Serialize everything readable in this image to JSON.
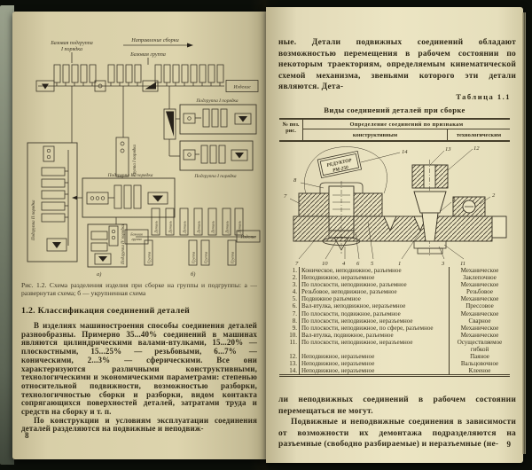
{
  "colors": {
    "background": "#0b0e09",
    "page_left": "#d8cfa8",
    "page_right": "#ece5c3",
    "ink": "#2e2817",
    "cover_edge": "#79816e"
  },
  "left_page": {
    "page_number": "8",
    "figure": {
      "labels": {
        "base_subgroup": [
          "Базовая подгруппа",
          "I порядка"
        ],
        "direction": "Направление сборки",
        "base_group": "Базовая группа",
        "product": "Изделие",
        "subgroup1": "Подгруппа I порядка",
        "group1": "Группа I порядка",
        "subgroup2": "Подгруппа II порядка",
        "subgroup3": "Подгруппа III порядка",
        "subgroup4": "Подгруппа IV порядка",
        "detail": "Деталь",
        "group": "Группа",
        "base_group_b": [
          "Базовая",
          "группа"
        ],
        "product_b": "Изделие",
        "sub_a": "а)",
        "sub_b": "б)"
      },
      "caption": "Рис. 1.2. Схема разделения изделия при сборке на группы и подгруппы: а — развернутая схема; б — укрупненная схема"
    },
    "heading": "1.2. Классификация соединений деталей",
    "para1": "В изделиях машиностроения способы соединения деталей разнообразны. Примерно 35...40% соединений в машинах являются цилиндрическими валами-втулками, 15...20% — плоскостными, 15...25% — резьбовыми, 6...7% — коническими, 2...3% — сферическими. Все они характеризуются различными конструктивными, технологическими и экономическими параметрами: степенью относительной подвижности, возможностью разборки, технологичностью сборки и разборки, видом контакта сопрягающихся поверхностей деталей, затратами труда и средств на сборку и т. п.",
    "para2": "По конструкции и условиям эксплуатации соединения деталей разделяются на подвижные и неподвиж-"
  },
  "right_page": {
    "page_number": "9",
    "para_top": "ные. Детали подвижных соединений обладают возможностью перемещения в рабочем состоянии по некоторым траекториям, определяемым кинематической схемой механизма, звеньями которого эти детали являются. Дета-",
    "table_label": "Таблица 1.1",
    "table_title": "Виды соединений деталей при сборке",
    "table": {
      "col_num": "№ поз. рис.",
      "header_span": "Определение соединений по признакам",
      "col_constructive": "конструктивным",
      "col_technological": "технологическим",
      "drawing": {
        "plate": [
          "РЕДУКТОР",
          "РМ-250"
        ],
        "callouts": [
          "14",
          "13",
          "12",
          "8",
          "7",
          "9",
          "2",
          "7",
          "10",
          "4",
          "6",
          "5",
          "1",
          "3",
          "11"
        ]
      },
      "rows": [
        {
          "n": "1.",
          "c": "Коническое, неподвижное, разъемное",
          "t": "Механическое"
        },
        {
          "n": "2.",
          "c": "Неподвижное, неразъемное",
          "t": "Заклепочное"
        },
        {
          "n": "3.",
          "c": "По плоскости, неподвижное, разъемное",
          "t": "Механическое"
        },
        {
          "n": "4.",
          "c": "Резьбовое, неподвижное, разъемное",
          "t": "Резьбовое"
        },
        {
          "n": "5.",
          "c": "Подвижное разъемное",
          "t": "Механическое"
        },
        {
          "n": "6.",
          "c": "Вал-втулка, неподвижное, неразъемное",
          "t": "Прессовое"
        },
        {
          "n": "7.",
          "c": "По плоскости, подвижное, разъемное",
          "t": "Механическое"
        },
        {
          "n": "8.",
          "c": "По плоскости, неподвижное, неразъемное",
          "t": "Сварное"
        },
        {
          "n": "9.",
          "c": "По плоскости, неподвижное, по сфере, разъемное",
          "t": "Механическое"
        },
        {
          "n": "10.",
          "c": "Вал-втулка, подвижное, разъемное",
          "t": "Механическое"
        },
        {
          "n": "11.",
          "c": "По плоскости, неподвижное, неразъемное",
          "t": "Осуществляемое гибкой"
        },
        {
          "n": "12.",
          "c": "Неподвижное, неразъемное",
          "t": "Паяное"
        },
        {
          "n": "13.",
          "c": "Неподвижное, неразъемное",
          "t": "Вальцовочное"
        },
        {
          "n": "14.",
          "c": "Неподвижное, неразъемное",
          "t": "Клееное"
        }
      ]
    },
    "para_bottom1": "ли неподвижных соединений в рабочем состоянии перемещаться не могут.",
    "para_bottom2": "Подвижные и неподвижные соединения в зависимости от возможности их демонтажа подразделяются на разъемные (свободно разбираемые) и неразъемные (не-"
  }
}
